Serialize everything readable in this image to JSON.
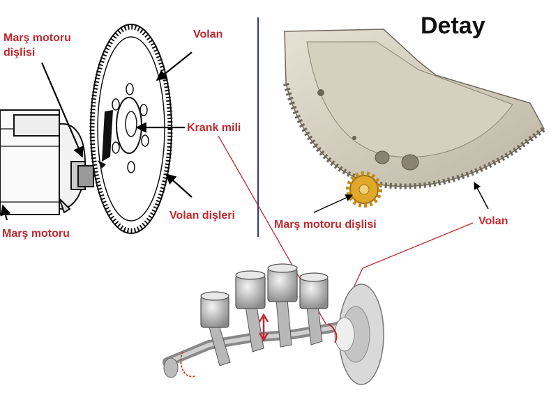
{
  "labels": {
    "mars_motoru_dislisi_line1": "Marş motoru",
    "mars_motoru_dislisi_line2": "dişlisi",
    "volan": "Volan",
    "krank_mili": "Krank mili",
    "volan_disleri": "Volan dişleri",
    "mars_motoru": "Marş motoru",
    "detay_title": "Detay",
    "detay_mars_motoru_dislisi": "Marş motoru dişlisi",
    "detay_volan": "Volan"
  },
  "colors": {
    "label_red": "#c0282e",
    "divider_blue": "#2b3a8f",
    "sector_fill": "#d8d2c4",
    "pinion_gold": "#e0a82a"
  },
  "icons": [
    "flywheel-icon",
    "starter-motor-icon",
    "flywheel-sector-icon",
    "pinion-gear-icon",
    "crankshaft-assembly-icon"
  ]
}
